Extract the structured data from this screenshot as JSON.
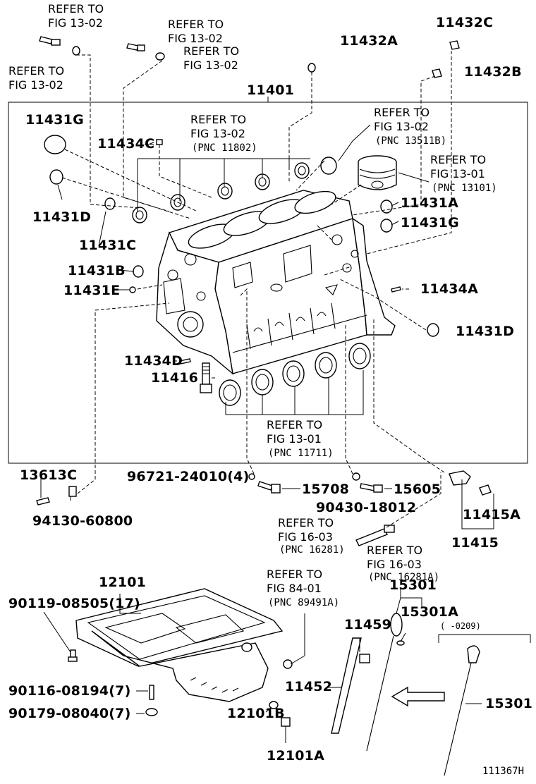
{
  "labels": {
    "l11401": "11401",
    "l11432A": "11432A",
    "l11432B": "11432B",
    "l11432C": "11432C",
    "l11431G_a": "11431G",
    "l11431G_b": "11431G",
    "l11431D_a": "11431D",
    "l11431D_b": "11431D",
    "l11431C": "11431C",
    "l11431B": "11431B",
    "l11431E": "11431E",
    "l11431A": "11431A",
    "l11434C": "11434C",
    "l11434A": "11434A",
    "l11434D": "11434D",
    "l11416": "11416",
    "l13613C": "13613C",
    "l94130": "94130-60800",
    "l96721": "96721-24010(4)",
    "l15708": "15708",
    "l15605": "15605",
    "l90430": "90430-18012",
    "l11415A": "11415A",
    "l11415": "11415",
    "l12101": "12101",
    "l90119": "90119-08505(17)",
    "l90116": "90116-08194(7)",
    "l90179": "90179-08040(7)",
    "l12101B": "12101B",
    "l12101A": "12101A",
    "l11459": "11459",
    "l11452": "11452",
    "l15301_a": "15301",
    "l15301_b": "15301",
    "l15301A": "15301A",
    "range_note": "( -0209)",
    "fig_id": "111367H"
  },
  "refs": {
    "r1_1": "REFER TO",
    "r1_2": "FIG 13-02",
    "r2_1": "REFER TO",
    "r2_2": "FIG 13-02",
    "r3_1": "REFER TO",
    "r3_2": "FIG 13-02",
    "r4_1": "REFER TO",
    "r4_2": "FIG 13-02",
    "r5_1": "REFER TO",
    "r5_2": "FIG 13-02",
    "r5_3": "(PNC 11802)",
    "r6_1": "REFER TO",
    "r6_2": "FIG 13-02",
    "r6_3": "(PNC 13511B)",
    "r7_1": "REFER TO",
    "r7_2": "FIG 13-01",
    "r7_3": "(PNC 13101)",
    "r8_1": "REFER TO",
    "r8_2": "FIG 13-01",
    "r8_3": "(PNC 11711)",
    "r9_1": "REFER TO",
    "r9_2": "FIG 16-03",
    "r9_3": "(PNC 16281)",
    "r10_1": "REFER TO",
    "r10_2": "FIG 16-03",
    "r10_3": "(PNC 16281A)",
    "r11_1": "REFER TO",
    "r11_2": "FIG 84-01",
    "r11_3": "(PNC 89491A)"
  }
}
